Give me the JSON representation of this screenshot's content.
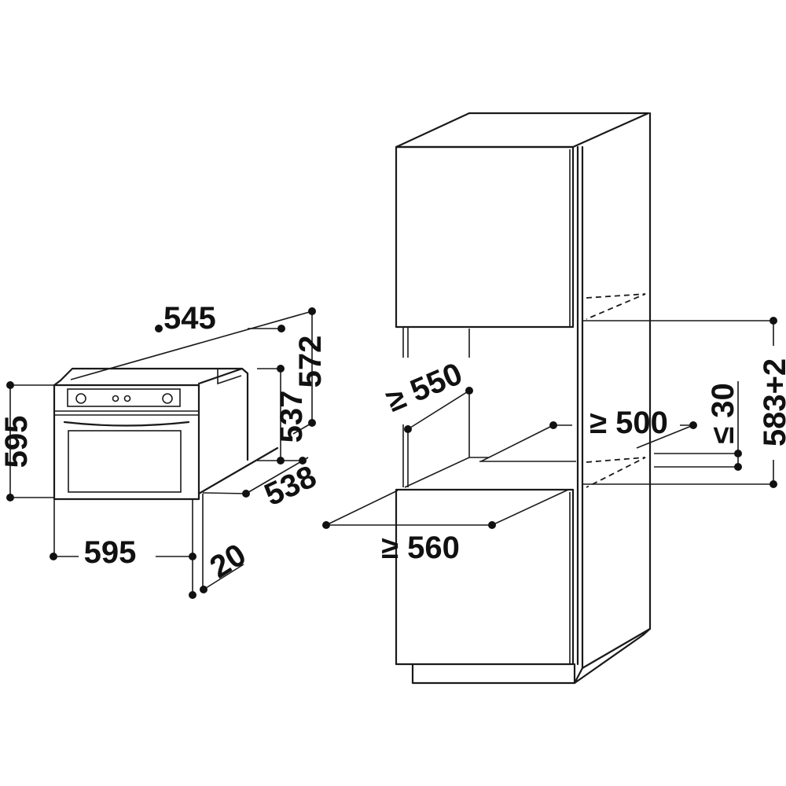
{
  "oven": {
    "depth_top": "545",
    "height": "595",
    "width": "595",
    "depth_total": "572",
    "inner_height": "537",
    "depth_body": "538",
    "front_thickness": "20"
  },
  "cabinet": {
    "niche_depth": "≥ 550",
    "depth_min": "≥ 500",
    "gap_max": "≤ 30",
    "niche_height": "583+2",
    "niche_width": "≥ 560"
  }
}
